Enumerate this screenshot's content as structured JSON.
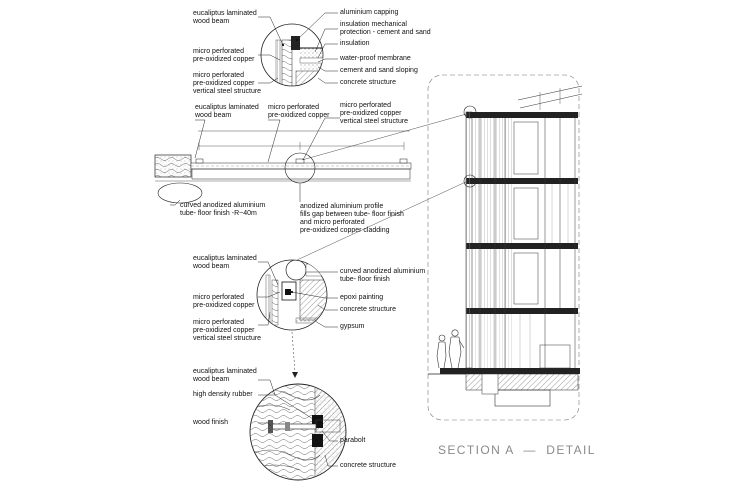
{
  "drawing": {
    "section_title": "SECTION A  —  DETAIL"
  },
  "detail_top": {
    "labels": {
      "beam": "eucaliptus laminated\nwood beam",
      "copper": "micro perforated\npre-oxidized copper",
      "copper_steel": "micro perforated\npre-oxidized copper\nvertical steel structure",
      "capping": "aluminium capping",
      "insulation_protection": "insulation mechanical\nprotection - cement and sand",
      "insulation": "insulation",
      "membrane": "water-proof membrane",
      "sloping": "cement and sand sloping",
      "concrete": "concrete structure"
    }
  },
  "plan_detail": {
    "labels": {
      "beam": "eucaliptus laminated\nwood beam",
      "copper": "micro perforated\npre-oxidized copper",
      "copper_steel": "micro perforated\npre-oxidized copper\nvertical steel structure",
      "tube": "curved anodized aluminium\ntube- floor finish -R~40m",
      "profile": "anodized aluminium profile\nfills gap between tube- floor finish\nand micro perforated\npre-oxidized copper cladding"
    }
  },
  "detail_middle": {
    "labels": {
      "beam": "eucaliptus laminated\nwood beam",
      "copper": "micro perforated\npre-oxidized copper",
      "copper_steel": "micro perforated\npre-oxidized copper\nvertical steel structure",
      "tube": "curved anodized aluminium\ntube- floor finish",
      "epoxi": "epoxi painting",
      "concrete": "concrete structure",
      "gypsum": "gypsum"
    }
  },
  "detail_bottom": {
    "labels": {
      "beam": "eucaliptus laminated\nwood beam",
      "rubber": "high density rubber",
      "wood_finish": "wood finish",
      "parabolt": "parabolt",
      "concrete": "concrete structure"
    }
  }
}
